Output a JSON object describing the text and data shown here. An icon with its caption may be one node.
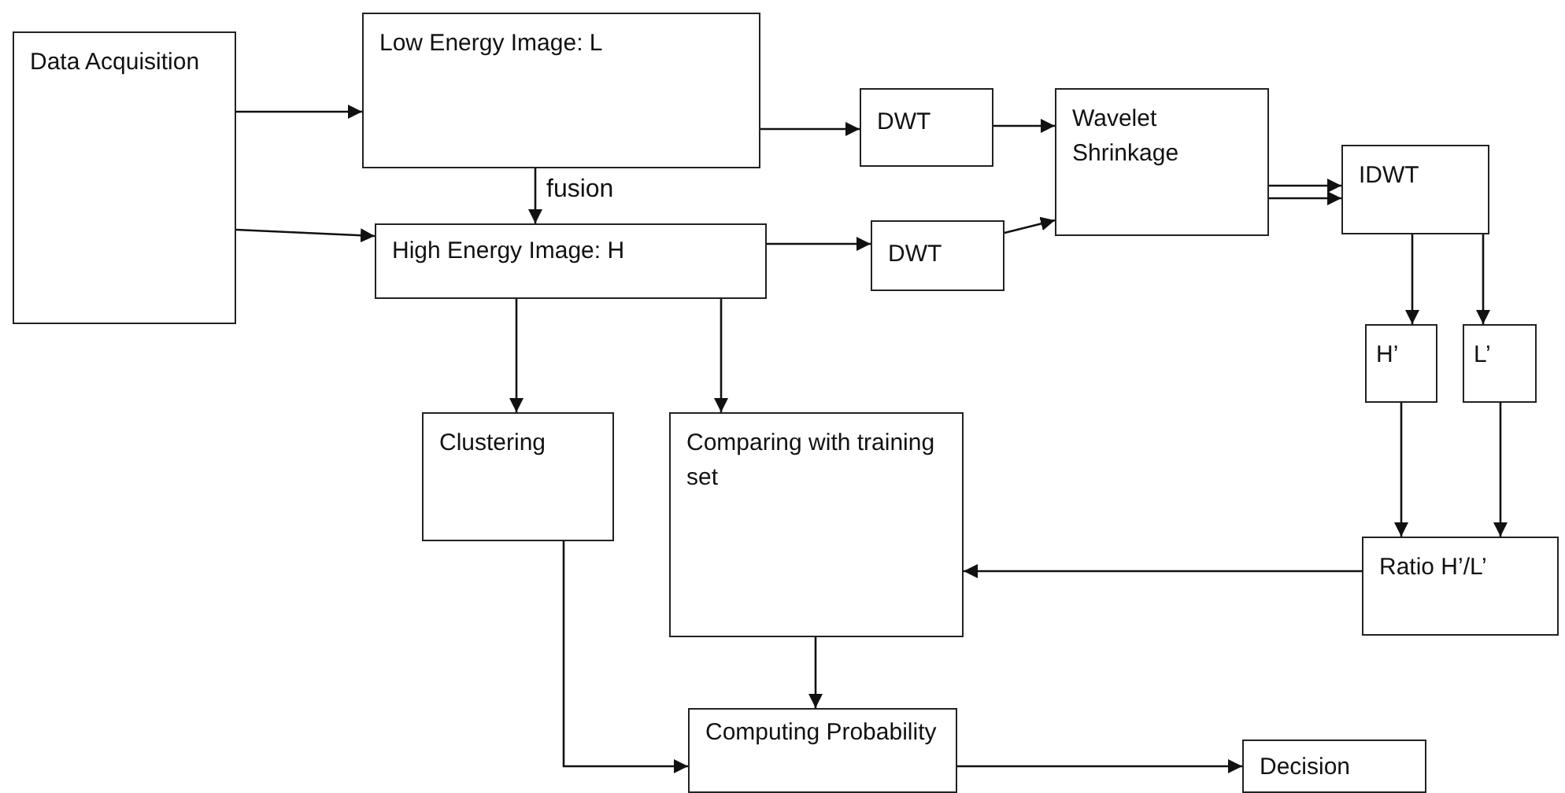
{
  "diagram": {
    "nodes": [
      {
        "text": [
          "Data Acquisition"
        ]
      },
      {
        "text": [
          "Low Energy Image: L"
        ]
      },
      {
        "text": [
          "High Energy Image: H"
        ]
      },
      {
        "text": [
          "DWT"
        ]
      },
      {
        "text": [
          "DWT"
        ]
      },
      {
        "text": [
          "Wavelet Shrinkage"
        ]
      },
      {
        "text": [
          "IDWT"
        ]
      },
      {
        "text": [
          "H’"
        ]
      },
      {
        "text": [
          "L’"
        ]
      },
      {
        "text": [
          "Clustering"
        ]
      },
      {
        "text": [
          "Comparing with training set"
        ]
      },
      {
        "text": [
          "Ratio H’/L’"
        ]
      },
      {
        "text": [
          "Computing Probability"
        ]
      },
      {
        "text": [
          "Decision"
        ]
      }
    ],
    "edges": [
      {
        "from": 0,
        "to": 1,
        "arrow": "to"
      },
      {
        "from": 0,
        "to": 2,
        "arrow": "to"
      },
      {
        "from": 1,
        "to": 2,
        "arrow": "to",
        "label": "fusion"
      },
      {
        "from": 1,
        "to": 3,
        "arrow": "to"
      },
      {
        "from": 2,
        "to": 4,
        "arrow": "to"
      },
      {
        "from": 3,
        "to": 5,
        "arrow": "to"
      },
      {
        "from": 4,
        "to": 5,
        "arrow": "to"
      },
      {
        "from": 5,
        "to": 6,
        "arrow": "to"
      },
      {
        "from": 5,
        "to": 6,
        "arrow": "to"
      },
      {
        "from": 6,
        "to": 7,
        "arrow": "to"
      },
      {
        "from": 6,
        "to": 8,
        "arrow": "to"
      },
      {
        "from": 7,
        "to": 11,
        "arrow": "to"
      },
      {
        "from": 8,
        "to": 11,
        "arrow": "to"
      },
      {
        "from": 11,
        "to": 10,
        "arrow": "to"
      },
      {
        "from": 2,
        "to": 9,
        "arrow": "to"
      },
      {
        "from": 2,
        "to": 10,
        "arrow": "to"
      },
      {
        "from": 10,
        "to": 12,
        "arrow": "to"
      },
      {
        "from": 9,
        "to": 12,
        "arrow": "to"
      },
      {
        "from": 12,
        "to": 13,
        "arrow": "to"
      }
    ]
  }
}
